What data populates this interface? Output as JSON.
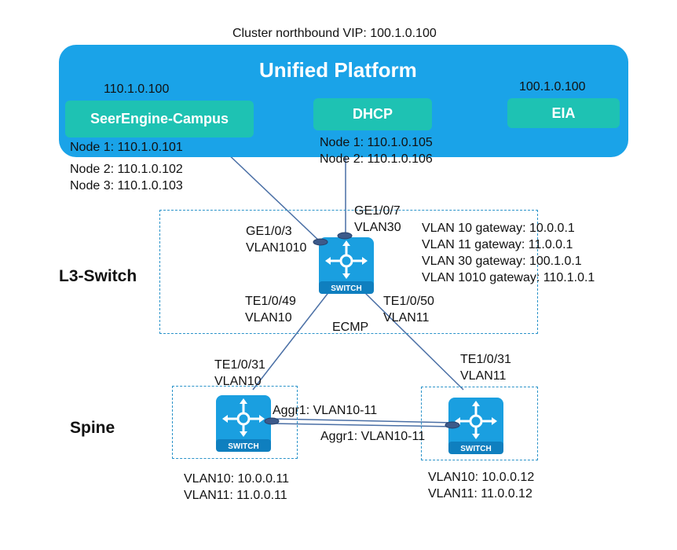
{
  "cluster_vip": "Cluster northbound VIP: 100.1.0.100",
  "platform": {
    "title": "Unified Platform",
    "seerengine": {
      "vip": "110.1.0.100",
      "label": "SeerEngine-Campus",
      "nodes": [
        "Node 1: 110.1.0.101",
        "Node 2: 110.1.0.102",
        "Node 3: 110.1.0.103"
      ]
    },
    "dhcp": {
      "label": "DHCP",
      "nodes": [
        "Node 1: 110.1.0.105",
        "Node 2: 110.1.0.106"
      ]
    },
    "eia": {
      "vip": "100.1.0.100",
      "label": "EIA"
    }
  },
  "l3_switch": {
    "label": "L3-Switch",
    "device_label": "SWITCH",
    "port_ge13": [
      "GE1/0/3",
      "VLAN1010"
    ],
    "port_ge17": [
      "GE1/0/7",
      "VLAN30"
    ],
    "port_te49": [
      "TE1/0/49",
      "VLAN10"
    ],
    "port_te50": [
      "TE1/0/50",
      "VLAN11"
    ],
    "ecmp": "ECMP",
    "gateways": [
      "VLAN  10 gateway: 10.0.0.1",
      "VLAN  11 gateway: 11.0.0.1",
      "VLAN  30 gateway: 100.1.0.1",
      "VLAN  1010 gateway: 110.1.0.1"
    ]
  },
  "spine": {
    "label": "Spine",
    "device_label": "SWITCH",
    "left_port": [
      "TE1/0/31",
      "VLAN10"
    ],
    "right_port": [
      "TE1/0/31",
      "VLAN11"
    ],
    "aggr_left": "Aggr1: VLAN10-11",
    "aggr_right": "Aggr1: VLAN10-11",
    "left_ips": [
      "VLAN10: 10.0.0.11",
      "VLAN11: 11.0.0.11"
    ],
    "right_ips": [
      "VLAN10: 10.0.0.12",
      "VLAN11: 11.0.0.12"
    ]
  },
  "colors": {
    "platform_bg": "#1aa3e8",
    "service_box": "#1ec2b3",
    "switch_body": "#1a9fe0",
    "link_line": "#4a6fa5",
    "dashed_box": "#2a93c9"
  }
}
